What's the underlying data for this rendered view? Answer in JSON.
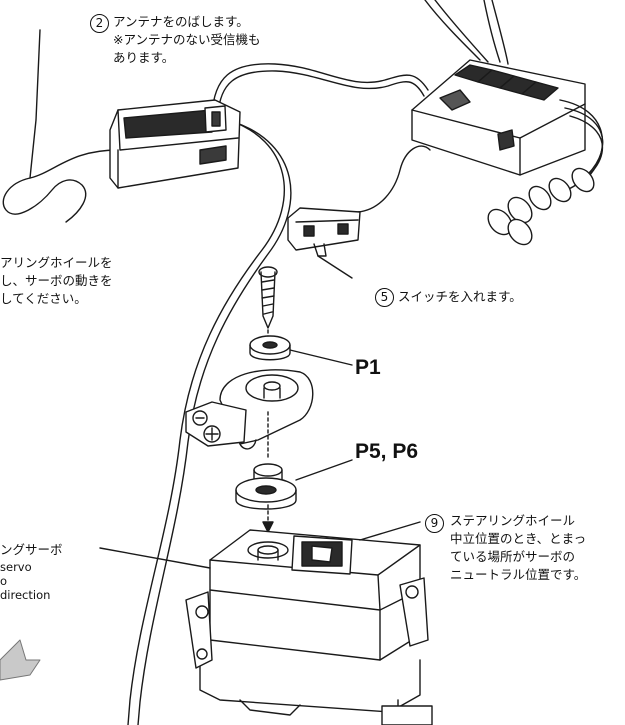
{
  "step2": {
    "number": "2",
    "line1": "アンテナをのばします。",
    "line2": "※アンテナのない受信機も",
    "line3": "あります。"
  },
  "step_left": {
    "line1": "アリングホイールを",
    "line2": "し、サーボの動きを",
    "line3": "してください。"
  },
  "step5": {
    "number": "5",
    "text": "スイッチを入れます。"
  },
  "step9": {
    "number": "9",
    "line1": "ステアリングホイール",
    "line2": "中立位置のとき、とまっ",
    "line3": "ている場所がサーボの",
    "line4": "ニュートラル位置です。"
  },
  "servo_label": {
    "line1": "ングサーボ",
    "line2": "servo",
    "line3": "o",
    "line4": "direction"
  },
  "parts": {
    "p1": "P1",
    "p5p6": "P5, P6"
  },
  "colors": {
    "line": "#1a1a1a",
    "shade": "#b5b5b5",
    "dark": "#3a3a3a",
    "wire_accent": "#c98a6a"
  }
}
